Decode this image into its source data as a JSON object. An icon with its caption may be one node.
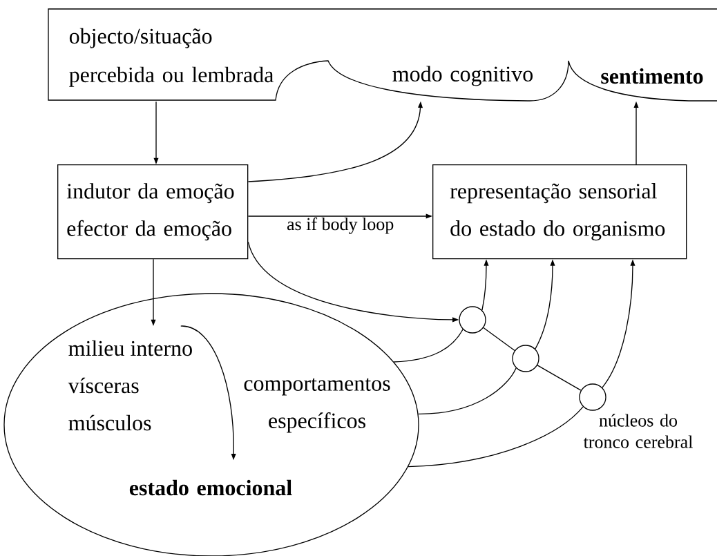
{
  "diagram": {
    "nodes": [
      {
        "text": [
          "objecto/situação percebida ou lembrada"
        ]
      },
      {
        "text": [
          "modo cognitivo"
        ],
        "in": 0
      },
      {
        "text": [
          "sentimento"
        ],
        "in": 0
      },
      {
        "text": [
          "indutor da emoção",
          "efector da emoção"
        ]
      },
      {
        "text": [
          "representação sensorial do estado do organismo"
        ]
      },
      {
        "text": [],
        "shape": "ellipse"
      },
      {
        "text": [
          "milieu interno",
          "vísceras",
          "músculos"
        ],
        "in": 5
      },
      {
        "text": [
          "comportamentos específicos"
        ],
        "in": 5
      },
      {
        "text": [
          "estado emocional"
        ],
        "in": 5
      },
      {
        "text": [],
        "shape": "circle"
      },
      {
        "text": [],
        "shape": "circle"
      },
      {
        "text": [],
        "shape": "circle",
        "beside": [
          "núcleos do tronco cerebral"
        ]
      }
    ],
    "edges": [
      {
        "from": 0,
        "to": 3,
        "arrow": "to"
      },
      {
        "from": 3,
        "to": 1,
        "arrow": "to"
      },
      {
        "from": 3,
        "to": 4,
        "arrow": "to",
        "label": "as if body loop"
      },
      {
        "from": 4,
        "to": 2,
        "arrow": "to"
      },
      {
        "from": 3,
        "to": 6,
        "arrow": "to"
      },
      {
        "from": 6,
        "to": 8,
        "arrow": "to"
      },
      {
        "from": 3,
        "to": 9,
        "arrow": "to"
      },
      {
        "from": 5,
        "to": 9,
        "arrow": "none"
      },
      {
        "from": 9,
        "to": 4,
        "arrow": "to"
      },
      {
        "from": 5,
        "to": 10,
        "arrow": "none"
      },
      {
        "from": 10,
        "to": 4,
        "arrow": "to"
      },
      {
        "from": 5,
        "to": 11,
        "arrow": "none"
      },
      {
        "from": 11,
        "to": 4,
        "arrow": "to"
      },
      {
        "from": 9,
        "to": 10,
        "arrow": "none"
      },
      {
        "from": 10,
        "to": 11,
        "arrow": "none"
      }
    ]
  }
}
